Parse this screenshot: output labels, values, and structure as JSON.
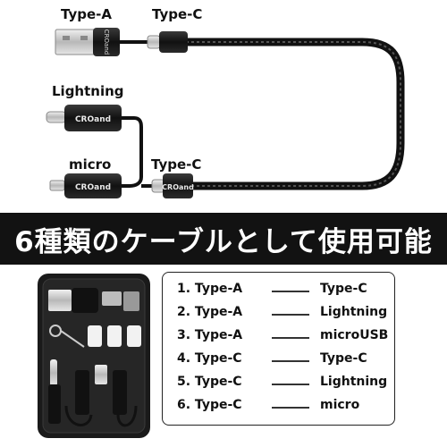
{
  "labels": {
    "type_a": "Type-A",
    "type_c_top": "Type-C",
    "lightning": "Lightning",
    "micro": "micro",
    "type_c_mid": "Type-C"
  },
  "connector_brand": "CROand",
  "banner_text": "6種類のケーブルとして使用可能",
  "combinations": [
    {
      "from": "1. Type-A",
      "to": "Type-C"
    },
    {
      "from": "2. Type-A",
      "to": "Lightning"
    },
    {
      "from": "3. Type-A",
      "to": "microUSB"
    },
    {
      "from": "4. Type-C",
      "to": "Type-C"
    },
    {
      "from": "5. Type-C",
      "to": "Lightning"
    },
    {
      "from": "6. Type-C",
      "to": "micro"
    }
  ],
  "colors": {
    "banner_bg": "#121212",
    "cable": "#111111",
    "connector_metal": "#c8c8c8"
  }
}
